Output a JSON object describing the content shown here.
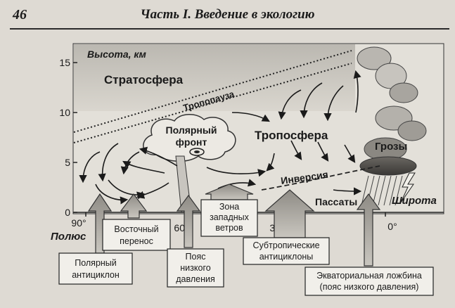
{
  "header": {
    "page_number": "46",
    "running_title": "Часть I. Введение в экологию"
  },
  "axis": {
    "y_title": "Высота, км",
    "y_ticks": [
      "0",
      "5",
      "10",
      "15"
    ],
    "x_ticks": [
      "90°",
      "60°",
      "30°",
      "0°"
    ],
    "x_title": "Широта"
  },
  "labels": {
    "stratosphere": "Стратосфера",
    "tropopause": "Тропопауза",
    "polar_front_line1": "Полярный",
    "polar_front_line2": "фронт",
    "troposphere": "Тропосфера",
    "thunderstorms": "Грозы",
    "inversion": "Инверсия",
    "trade_winds": "Пассаты",
    "pole": "Полюс"
  },
  "boxes": {
    "easterly_1": "Восточный",
    "easterly_2": "перенос",
    "westerly_1": "Зона",
    "westerly_2": "западных",
    "westerly_3": "ветров",
    "polar_anticyclone_1": "Полярный",
    "polar_anticyclone_2": "антициклон",
    "low_pressure_1": "Пояс",
    "low_pressure_2": "низкого",
    "low_pressure_3": "давления",
    "subtropical_1": "Субтропические",
    "subtropical_2": "антициклоны",
    "equatorial_1": "Экваториальная ложбина",
    "equatorial_2": "(пояс низкого давления)"
  }
}
